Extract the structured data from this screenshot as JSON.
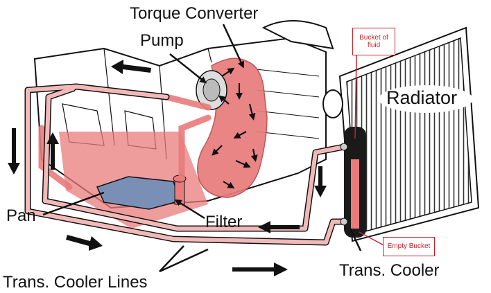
{
  "labels": {
    "torque_converter": "Torque Converter",
    "pump": "Pump",
    "radiator": "Radiator",
    "pan": "Pan",
    "filter": "Filter",
    "trans_cooler": "Trans. Cooler",
    "trans_cooler_lines": "Trans. Cooler Lines"
  },
  "callouts": {
    "bucket_of_fluid": "Bucket of fluid",
    "empty_bucket": "Empty Bucket"
  },
  "colors": {
    "fluid": "#e97b7b",
    "fluid_dark": "#b8484a",
    "callout_border": "#c8202a",
    "outline": "#111111",
    "cooler": "#1a1a1a"
  }
}
